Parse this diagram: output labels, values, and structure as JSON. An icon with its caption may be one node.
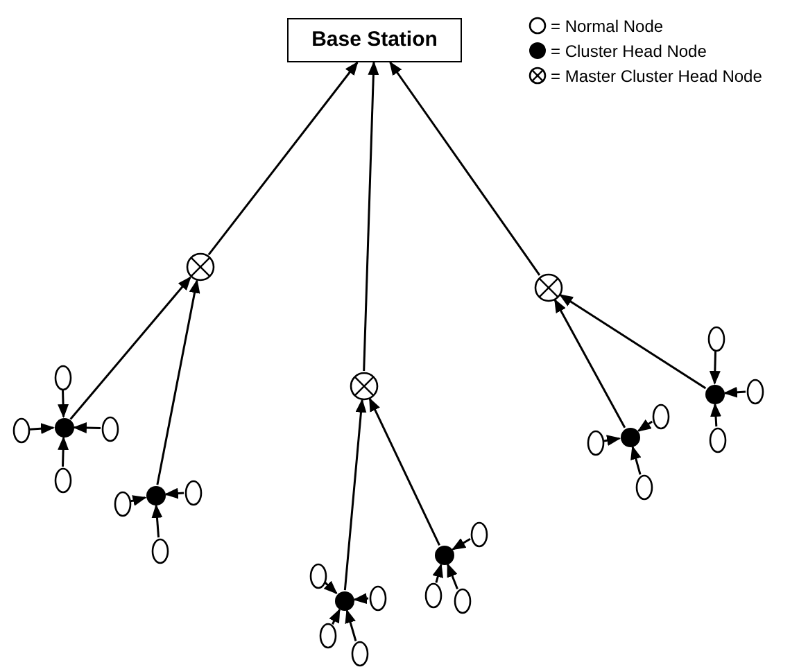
{
  "diagram": {
    "nodes": [
      {
        "text": [
          "Base Station"
        ]
      },
      {
        "text": [],
        "shape": "crosscircle"
      },
      {
        "text": [],
        "shape": "crosscircle"
      },
      {
        "text": [],
        "shape": "crosscircle"
      },
      {
        "text": [],
        "shape": "dot"
      },
      {
        "text": [],
        "shape": "dot"
      },
      {
        "text": [],
        "shape": "dot"
      },
      {
        "text": [],
        "shape": "dot"
      },
      {
        "text": [],
        "shape": "dot"
      },
      {
        "text": [],
        "shape": "dot"
      },
      {
        "text": [],
        "shape": "circle"
      },
      {
        "text": [],
        "shape": "circle"
      },
      {
        "text": [],
        "shape": "circle"
      },
      {
        "text": [],
        "shape": "circle"
      },
      {
        "text": [],
        "shape": "circle"
      },
      {
        "text": [],
        "shape": "circle"
      },
      {
        "text": [],
        "shape": "circle"
      },
      {
        "text": [],
        "shape": "circle"
      },
      {
        "text": [],
        "shape": "circle"
      },
      {
        "text": [],
        "shape": "circle"
      },
      {
        "text": [],
        "shape": "circle"
      },
      {
        "text": [],
        "shape": "circle"
      },
      {
        "text": [],
        "shape": "circle"
      },
      {
        "text": [],
        "shape": "circle"
      },
      {
        "text": [],
        "shape": "circle"
      },
      {
        "text": [],
        "shape": "circle"
      },
      {
        "text": [],
        "shape": "circle"
      },
      {
        "text": [],
        "shape": "circle"
      },
      {
        "text": [],
        "shape": "circle"
      },
      {
        "text": [],
        "shape": "circle"
      }
    ],
    "edges": [
      {
        "from": 1,
        "to": 0,
        "arrow": "to"
      },
      {
        "from": 2,
        "to": 0,
        "arrow": "to"
      },
      {
        "from": 3,
        "to": 0,
        "arrow": "to"
      },
      {
        "from": 4,
        "to": 1,
        "arrow": "to"
      },
      {
        "from": 5,
        "to": 1,
        "arrow": "to"
      },
      {
        "from": 6,
        "to": 2,
        "arrow": "to"
      },
      {
        "from": 7,
        "to": 2,
        "arrow": "to"
      },
      {
        "from": 8,
        "to": 3,
        "arrow": "to"
      },
      {
        "from": 9,
        "to": 3,
        "arrow": "to"
      },
      {
        "from": 10,
        "to": 4,
        "arrow": "to"
      },
      {
        "from": 11,
        "to": 4,
        "arrow": "to"
      },
      {
        "from": 12,
        "to": 4,
        "arrow": "to"
      },
      {
        "from": 13,
        "to": 4,
        "arrow": "to"
      },
      {
        "from": 14,
        "to": 5,
        "arrow": "to"
      },
      {
        "from": 15,
        "to": 5,
        "arrow": "to"
      },
      {
        "from": 16,
        "to": 5,
        "arrow": "to"
      },
      {
        "from": 17,
        "to": 6,
        "arrow": "to"
      },
      {
        "from": 18,
        "to": 6,
        "arrow": "to"
      },
      {
        "from": 19,
        "to": 6,
        "arrow": "to"
      },
      {
        "from": 20,
        "to": 6,
        "arrow": "to"
      },
      {
        "from": 21,
        "to": 7,
        "arrow": "to"
      },
      {
        "from": 22,
        "to": 7,
        "arrow": "to"
      },
      {
        "from": 23,
        "to": 7,
        "arrow": "to"
      },
      {
        "from": 24,
        "to": 8,
        "arrow": "to"
      },
      {
        "from": 25,
        "to": 8,
        "arrow": "to"
      },
      {
        "from": 26,
        "to": 8,
        "arrow": "to"
      },
      {
        "from": 27,
        "to": 9,
        "arrow": "to"
      },
      {
        "from": 28,
        "to": 9,
        "arrow": "to"
      },
      {
        "from": 29,
        "to": 9,
        "arrow": "to"
      }
    ],
    "legend": [
      {
        "text": "= Normal Node"
      },
      {
        "text": "= Cluster Head Node"
      },
      {
        "text": "= Master Cluster Head Node"
      }
    ]
  }
}
